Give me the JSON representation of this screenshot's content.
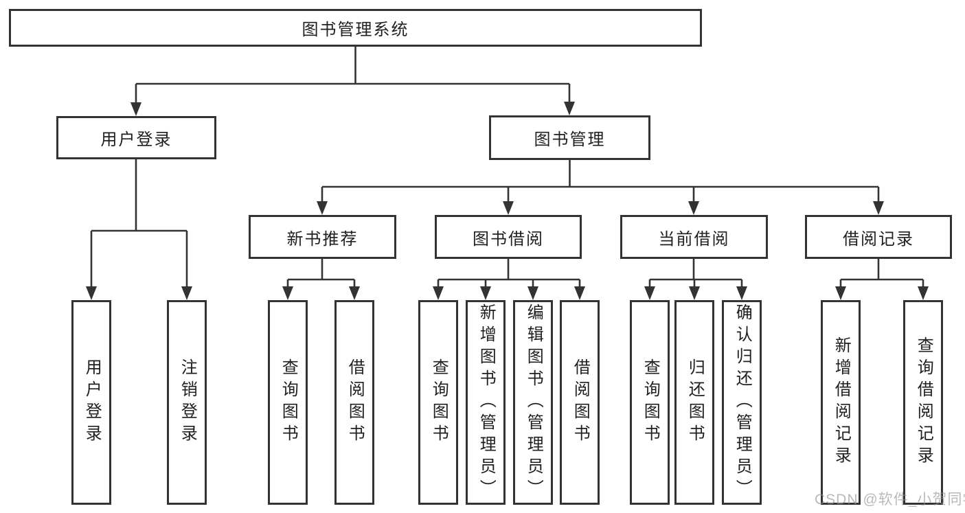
{
  "tree": {
    "root": {
      "label": "图书管理系统",
      "children": [
        {
          "label": "用户登录",
          "children": [
            {
              "label": "用户登录"
            },
            {
              "label": "注销登录"
            }
          ]
        },
        {
          "label": "图书管理",
          "children": [
            {
              "label": "新书推荐",
              "children": [
                {
                  "label": "查询图书"
                },
                {
                  "label": "借阅图书"
                }
              ]
            },
            {
              "label": "图书借阅",
              "children": [
                {
                  "label": "查询图书"
                },
                {
                  "label": "新增图书（管理员）"
                },
                {
                  "label": "编辑图书（管理员）"
                },
                {
                  "label": "借阅图书"
                }
              ]
            },
            {
              "label": "当前借阅",
              "children": [
                {
                  "label": "查询图书"
                },
                {
                  "label": "归还图书"
                },
                {
                  "label": "确认归还（管理员）"
                }
              ]
            },
            {
              "label": "借阅记录",
              "children": [
                {
                  "label": "新增借阅记录"
                },
                {
                  "label": "查询借阅记录"
                }
              ]
            }
          ]
        }
      ]
    }
  },
  "watermark": {
    "text": "CSDN @软件_小贺同学"
  },
  "colors": {
    "line": "#333333",
    "text": "#1f1f1f",
    "watermark": "#8f8f8f",
    "background": "#ffffff"
  }
}
